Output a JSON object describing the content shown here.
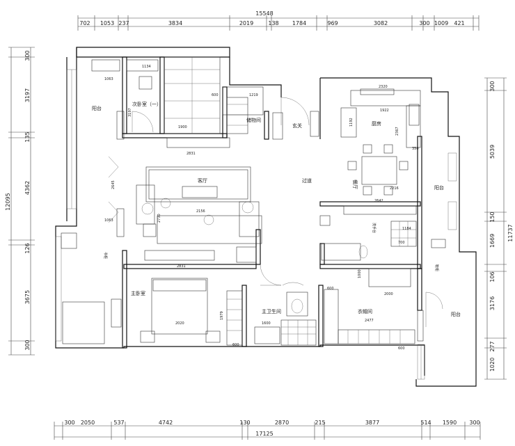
{
  "dimensions": {
    "top_total": "15548",
    "top": [
      "702",
      "1053",
      "237",
      "3834",
      "2019",
      "138",
      "1784",
      "969",
      "3082",
      "300",
      "1009",
      "421"
    ],
    "bottom_total": "17125",
    "bottom": [
      "300",
      "2050",
      "537",
      "4742",
      "130",
      "2870",
      "215",
      "3877",
      "514",
      "1590",
      "300"
    ],
    "left_total": "12095",
    "left": [
      "300",
      "3197",
      "135",
      "4362",
      "126",
      "3675",
      "300"
    ],
    "right_total": "11737",
    "right": [
      "300",
      "5039",
      "150",
      "1669",
      "106",
      "3176",
      "277",
      "1020"
    ]
  },
  "rooms": {
    "second_bedroom": "次卧室（一）",
    "balcony_left": "阳台",
    "storage": "储物间",
    "entrance": "玄关",
    "kitchen": "厨房",
    "restaurant": "餐厅",
    "aisle": "过道",
    "living_room": "客厅",
    "balcony_right": "阳台",
    "balcony_right_lower": "阳台",
    "master_bedroom": "主卧室",
    "master_bathroom": "主卫生间",
    "cloakroom": "衣帽间",
    "washroom": "洗手台",
    "cabinet": "书柜",
    "shoe_cabinet": "鞋柜"
  },
  "inner_dims": [
    "1134",
    "3197",
    "1063",
    "1900",
    "2831",
    "1219",
    "600",
    "2320",
    "1922",
    "1192",
    "2367",
    "350",
    "2216",
    "2642",
    "2645",
    "2730",
    "2156",
    "1063",
    "2831",
    "1184",
    "700",
    "1000",
    "2000",
    "600",
    "2020",
    "1979",
    "1600",
    "2477",
    "600",
    "600"
  ]
}
